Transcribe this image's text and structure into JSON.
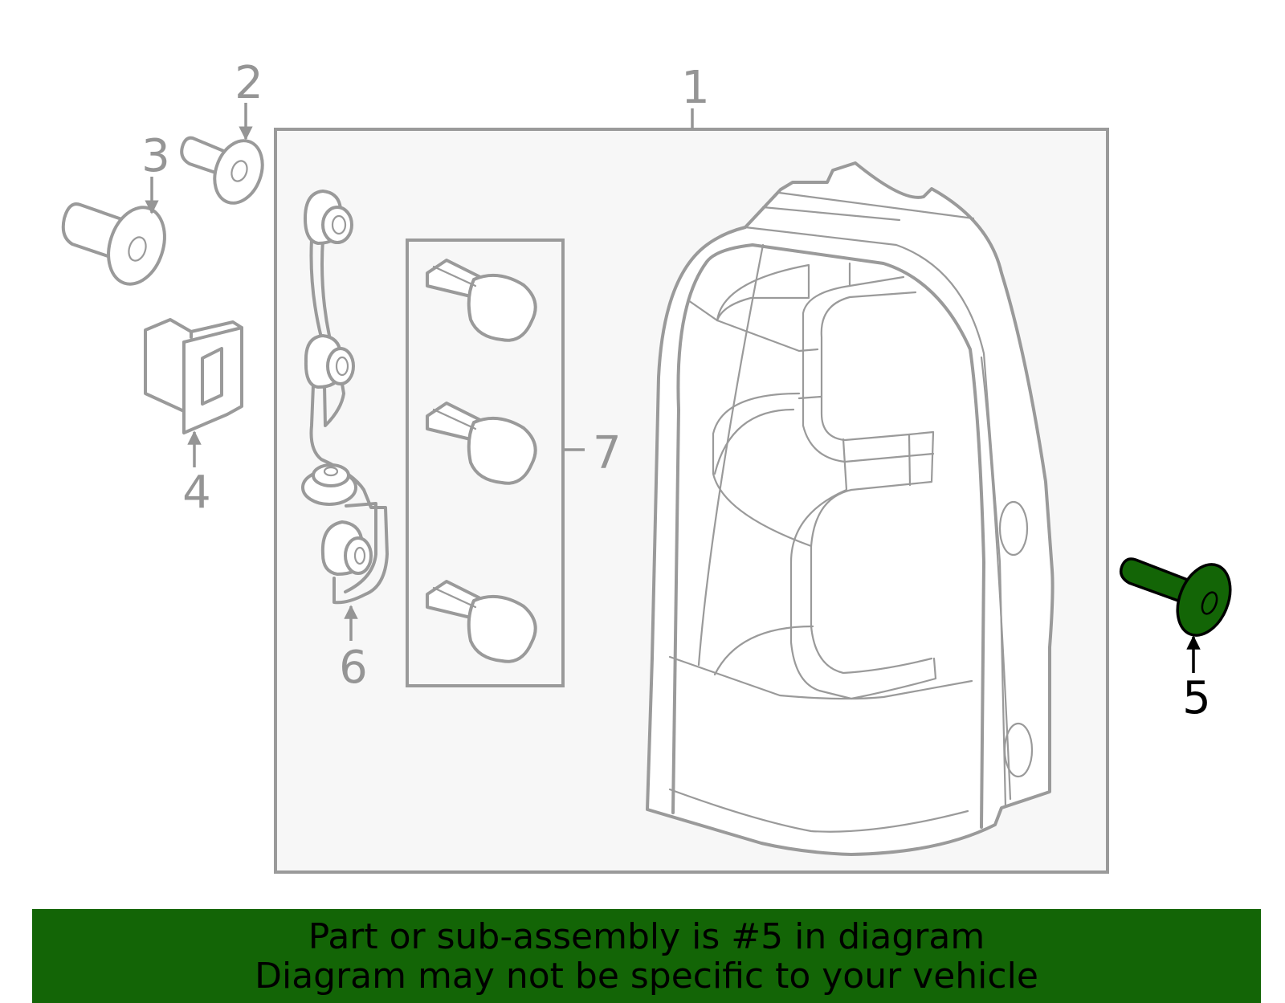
{
  "callouts": {
    "c1": "1",
    "c2": "2",
    "c3": "3",
    "c4": "4",
    "c5": "5",
    "c6": "6",
    "c7": "7"
  },
  "highlight": {
    "part_number": "5",
    "color": "#136506"
  },
  "banner": {
    "line1": "Part or sub-assembly is #5 in diagram",
    "line2": "Diagram may not be specific to your vehicle",
    "background": "#136506"
  },
  "colors": {
    "line": "#9a9a9a",
    "assembly_fill": "#f7f7f7",
    "label_gray": "#959595"
  }
}
